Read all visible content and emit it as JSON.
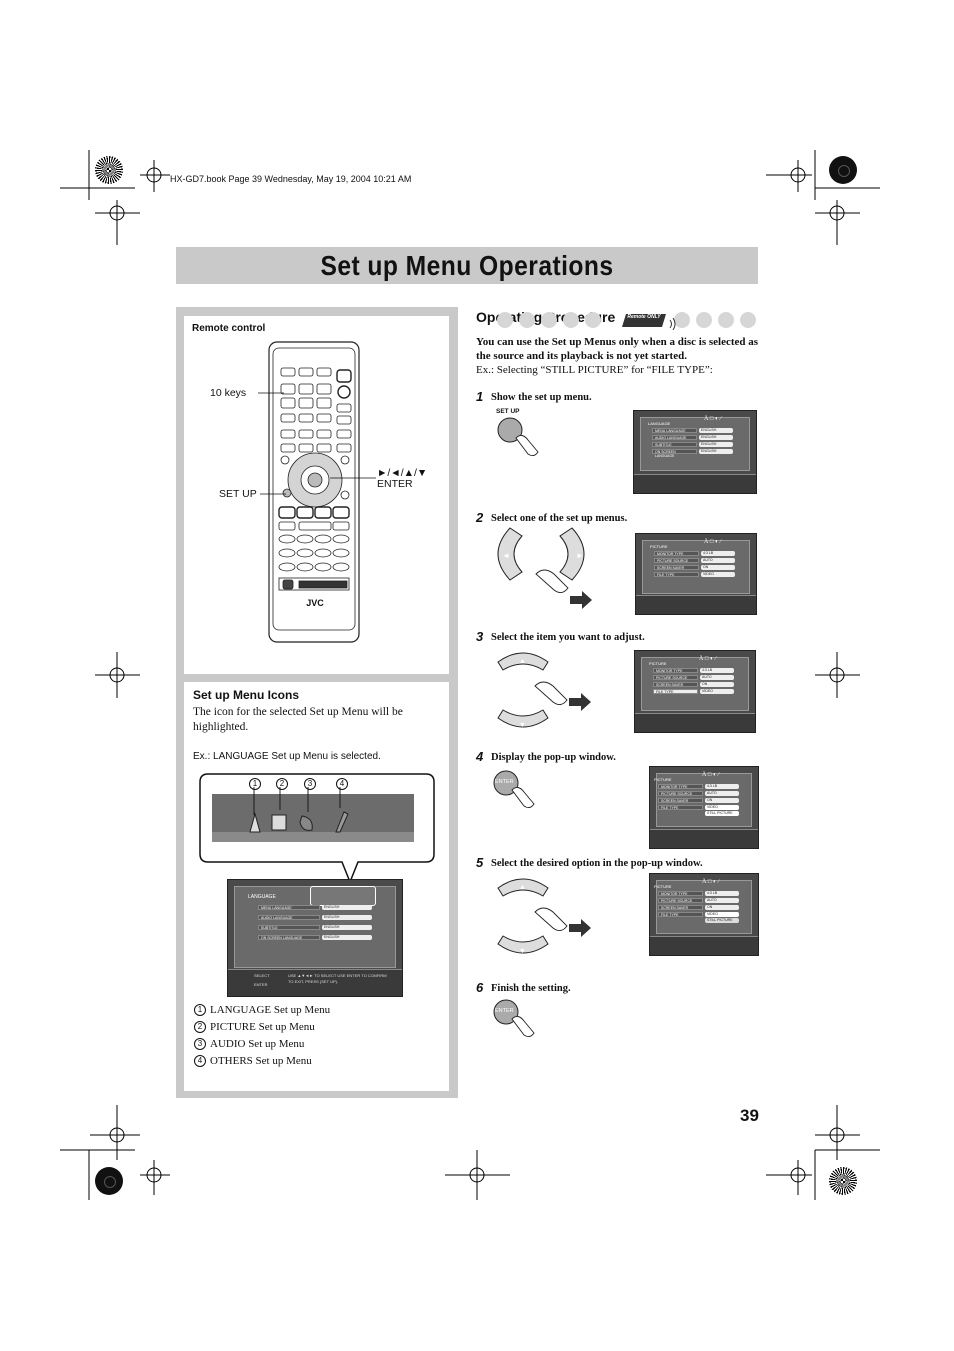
{
  "header_line": "HX-GD7.book  Page 39  Wednesday, May 19, 2004  10:21 AM",
  "title": "Set up Menu Operations",
  "left_panel": {
    "remote_label": "Remote control",
    "callouts": {
      "ten_keys": "10 keys",
      "set_up": "SET UP",
      "arrows": "►/◄/▲/▼",
      "enter": "ENTER"
    },
    "remote_brand": "JVC",
    "icons_section": {
      "heading": "Set up Menu Icons",
      "description": "The icon for the selected Set up Menu will be highlighted.",
      "example": "Ex.: LANGUAGE Set up Menu is selected.",
      "markers": [
        "1",
        "2",
        "3",
        "4"
      ],
      "legend": [
        {
          "num": "1",
          "label": "LANGUAGE Set up Menu"
        },
        {
          "num": "2",
          "label": "PICTURE Set up Menu"
        },
        {
          "num": "3",
          "label": "AUDIO Set up Menu"
        },
        {
          "num": "4",
          "label": "OTHERS Set up Menu"
        }
      ]
    },
    "sample_screen": {
      "title": "LANGUAGE",
      "rows": [
        {
          "item": "MENU LANGUAGE",
          "value": "ENGLISH"
        },
        {
          "item": "AUDIO LANGUAGE",
          "value": "ENGLISH"
        },
        {
          "item": "SUBTITLE",
          "value": "ENGLISH"
        },
        {
          "item": "ON SCREEN LANGUAGE",
          "value": "ENGLISH"
        }
      ],
      "footer_left": "SELECT",
      "footer_enter": "ENTER",
      "footer_mid": "USE ▲▼◄► TO SELECT   USE ENTER TO CONFIRM",
      "footer_mid2": "TO EXIT, PRESS (SET UP)."
    }
  },
  "right_column": {
    "heading": "Operating Procedure",
    "remote_only_badge": "Remote ONLY",
    "intro_bold": "You can use the Set up Menus only when a disc is selected as the source and its playback is not yet started.",
    "intro_example": "Ex.: Selecting “STILL PICTURE” for “FILE TYPE”:",
    "steps": [
      {
        "num": "1",
        "text": "Show the set up menu.",
        "button": "SET UP"
      },
      {
        "num": "2",
        "text": "Select one of the set up menus."
      },
      {
        "num": "3",
        "text": "Select the item you want to adjust."
      },
      {
        "num": "4",
        "text": "Display the pop-up window.",
        "button": "ENTER"
      },
      {
        "num": "5",
        "text": "Select the desired option in the pop-up window."
      },
      {
        "num": "6",
        "text": "Finish the setting.",
        "button": "ENTER"
      }
    ],
    "screen_language": {
      "title": "LANGUAGE",
      "rows": [
        {
          "item": "MENU LANGUAGE",
          "value": "ENGLISH"
        },
        {
          "item": "AUDIO LANGUAGE",
          "value": "ENGLISH"
        },
        {
          "item": "SUBTITLE",
          "value": "ENGLISH"
        },
        {
          "item": "ON SCREEN LANGUAGE",
          "value": "ENGLISH"
        }
      ]
    },
    "screen_picture": {
      "title": "PICTURE",
      "rows": [
        {
          "item": "MONITOR TYPE",
          "value": "4:3 LB"
        },
        {
          "item": "PICTURE SOURCE",
          "value": "AUTO"
        },
        {
          "item": "SCREEN SAVER",
          "value": "ON"
        },
        {
          "item": "FILE TYPE",
          "value": "VIDEO"
        }
      ],
      "popup": [
        "VIDEO",
        "STILL PICTURE"
      ]
    }
  },
  "page_number": "39"
}
